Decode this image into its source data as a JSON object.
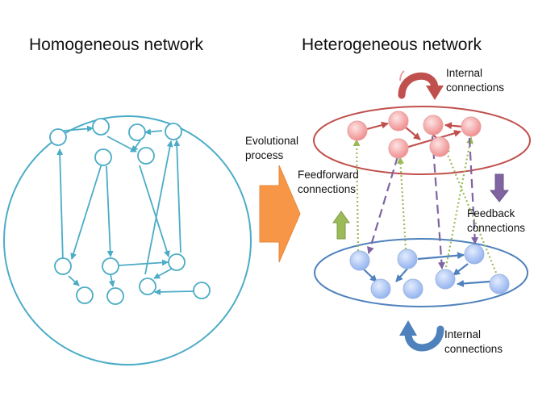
{
  "titles": {
    "homogeneous": "Homogeneous network",
    "heterogeneous": "Heterogeneous network"
  },
  "labels": {
    "evolutional_line1": "Evolutional",
    "evolutional_line2": "process",
    "feedforward_line1": "Feedforward",
    "feedforward_line2": "connections",
    "feedback_line1": "Feedback",
    "feedback_line2": "connections",
    "internal_top_line1": "Internal",
    "internal_top_line2": "connections",
    "internal_bottom_line1": "Internal",
    "internal_bottom_line2": "connections"
  },
  "colors": {
    "homogeneous": "#4bacc6",
    "upper_layer": "#c0504d",
    "lower_layer": "#4f81bd",
    "feedforward": "#9bbb59",
    "feedback": "#8064a2",
    "evolution_arrow": "#f79646"
  }
}
